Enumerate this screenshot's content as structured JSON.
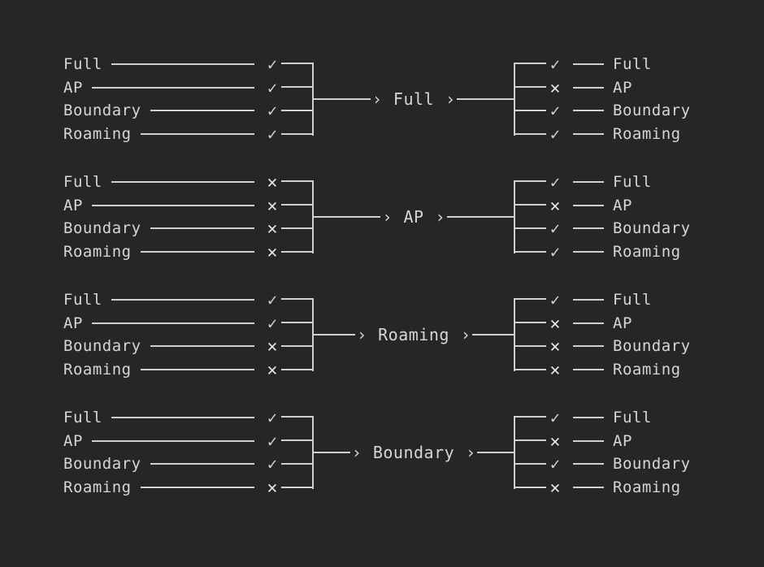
{
  "theme": {
    "background": "#262626",
    "foreground": "#d6d6d6",
    "line": "#cfcfcf",
    "mark_ok_color": "#d6d6d6",
    "mark_no_color": "#eaeaea"
  },
  "glyphs": {
    "check": "✓",
    "cross": "✕",
    "chevron": "›"
  },
  "categories": [
    "Full",
    "AP",
    "Boundary",
    "Roaming"
  ],
  "blocks": [
    {
      "center_label": "Full",
      "inputs": [
        {
          "label": "Full",
          "mark": "check"
        },
        {
          "label": "AP",
          "mark": "check"
        },
        {
          "label": "Boundary",
          "mark": "check"
        },
        {
          "label": "Roaming",
          "mark": "check"
        }
      ],
      "outputs": [
        {
          "label": "Full",
          "mark": "check"
        },
        {
          "label": "AP",
          "mark": "cross"
        },
        {
          "label": "Boundary",
          "mark": "check"
        },
        {
          "label": "Roaming",
          "mark": "check"
        }
      ]
    },
    {
      "center_label": "AP",
      "inputs": [
        {
          "label": "Full",
          "mark": "cross"
        },
        {
          "label": "AP",
          "mark": "cross"
        },
        {
          "label": "Boundary",
          "mark": "cross"
        },
        {
          "label": "Roaming",
          "mark": "cross"
        }
      ],
      "outputs": [
        {
          "label": "Full",
          "mark": "check"
        },
        {
          "label": "AP",
          "mark": "cross"
        },
        {
          "label": "Boundary",
          "mark": "check"
        },
        {
          "label": "Roaming",
          "mark": "check"
        }
      ]
    },
    {
      "center_label": "Roaming",
      "inputs": [
        {
          "label": "Full",
          "mark": "check"
        },
        {
          "label": "AP",
          "mark": "check"
        },
        {
          "label": "Boundary",
          "mark": "cross"
        },
        {
          "label": "Roaming",
          "mark": "cross"
        }
      ],
      "outputs": [
        {
          "label": "Full",
          "mark": "check"
        },
        {
          "label": "AP",
          "mark": "cross"
        },
        {
          "label": "Boundary",
          "mark": "cross"
        },
        {
          "label": "Roaming",
          "mark": "cross"
        }
      ]
    },
    {
      "center_label": "Boundary",
      "inputs": [
        {
          "label": "Full",
          "mark": "check"
        },
        {
          "label": "AP",
          "mark": "check"
        },
        {
          "label": "Boundary",
          "mark": "check"
        },
        {
          "label": "Roaming",
          "mark": "cross"
        }
      ],
      "outputs": [
        {
          "label": "Full",
          "mark": "check"
        },
        {
          "label": "AP",
          "mark": "cross"
        },
        {
          "label": "Boundary",
          "mark": "check"
        },
        {
          "label": "Roaming",
          "mark": "cross"
        }
      ]
    }
  ]
}
